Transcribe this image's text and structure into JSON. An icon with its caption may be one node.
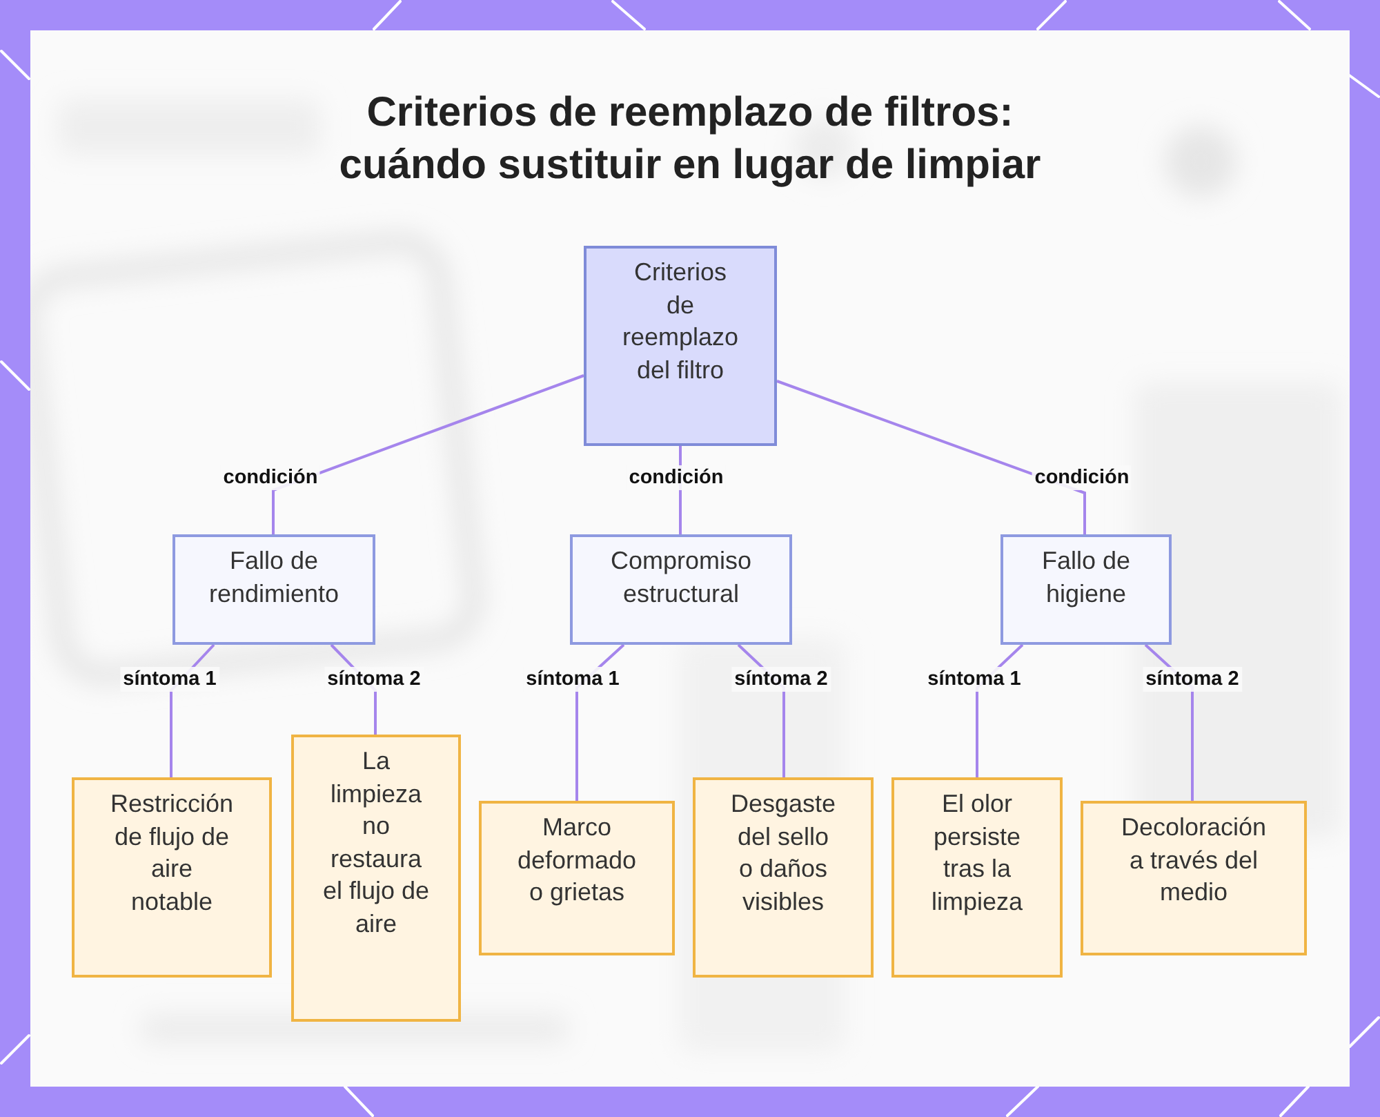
{
  "diagram": {
    "title": "Criterios de reemplazo de filtros: cuándo sustituir en lugar de limpiar",
    "nodes": [
      {
        "text": [
          "Criterios de reemplazo del filtro"
        ]
      },
      {
        "text": [
          "Fallo de rendimiento"
        ]
      },
      {
        "text": [
          "Compromiso estructural"
        ]
      },
      {
        "text": [
          "Fallo de higiene"
        ]
      },
      {
        "text": [
          "Restricción de flujo de aire notable"
        ]
      },
      {
        "text": [
          "La limpieza no restaura el flujo de aire"
        ]
      },
      {
        "text": [
          "Marco deformado o grietas"
        ]
      },
      {
        "text": [
          "Desgaste del sello o daños visibles"
        ]
      },
      {
        "text": [
          "El olor persiste tras la limpieza"
        ]
      },
      {
        "text": [
          "Decoloración a través del medio"
        ]
      }
    ],
    "edges": [
      {
        "from": 0,
        "to": 1,
        "arrow": "none",
        "label": "condición"
      },
      {
        "from": 0,
        "to": 2,
        "arrow": "none",
        "label": "condición"
      },
      {
        "from": 0,
        "to": 3,
        "arrow": "none",
        "label": "condición"
      },
      {
        "from": 1,
        "to": 4,
        "arrow": "none",
        "label": "síntoma 1"
      },
      {
        "from": 1,
        "to": 5,
        "arrow": "none",
        "label": "síntoma 2"
      },
      {
        "from": 2,
        "to": 6,
        "arrow": "none",
        "label": "síntoma 1"
      },
      {
        "from": 2,
        "to": 7,
        "arrow": "none",
        "label": "síntoma 2"
      },
      {
        "from": 3,
        "to": 8,
        "arrow": "none",
        "label": "síntoma 1"
      },
      {
        "from": 3,
        "to": 9,
        "arrow": "none",
        "label": "síntoma 2"
      }
    ]
  }
}
